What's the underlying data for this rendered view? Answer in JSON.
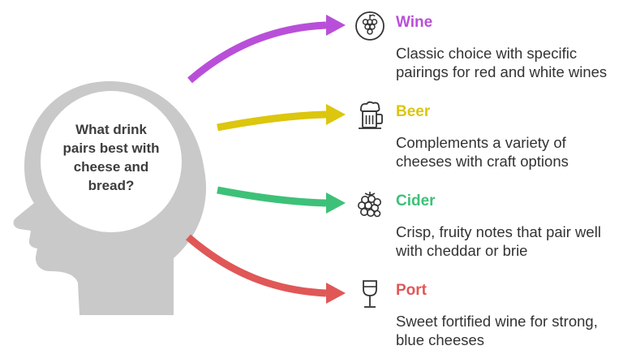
{
  "question": "What drink pairs best with cheese and bread?",
  "colors": {
    "head": "#c9c9c9",
    "circle": "#ffffff",
    "question_text": "#3d3d3d",
    "description_text": "#333333",
    "icon_stroke": "#333333"
  },
  "options": [
    {
      "title": "Wine",
      "description": "Classic choice with specific pairings for red and white wines",
      "color": "#b94fd9",
      "icon": "grapes-icon"
    },
    {
      "title": "Beer",
      "description": "Complements a variety of cheeses with craft options",
      "color": "#dcc60e",
      "icon": "beer-mug-icon"
    },
    {
      "title": "Cider",
      "description": "Crisp, fruity notes that pair well with cheddar or brie",
      "color": "#3dc178",
      "icon": "berry-icon"
    },
    {
      "title": "Port",
      "description": "Sweet fortified wine for strong, blue cheeses",
      "color": "#e05757",
      "icon": "wine-glass-icon"
    }
  ]
}
